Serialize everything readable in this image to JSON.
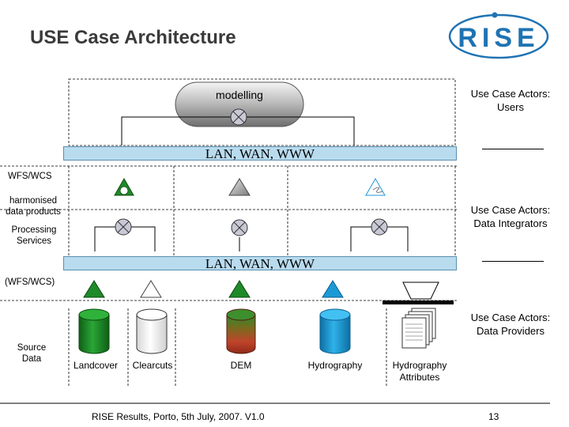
{
  "slide": {
    "title": "USE Case Architecture",
    "logo_text": "RISE"
  },
  "top_section": {
    "process_label": "modelling",
    "band_label": "LAN, WAN, WWW",
    "actor_label": "Use Case Actors: Users"
  },
  "middle_section": {
    "row_label_1": "WFS/WCS",
    "row_label_2": "harmonised data products",
    "row_label_3": "Processing Services",
    "band_label": "LAN, WAN, WWW",
    "actor_label": "Use Case Actors: Data Integrators"
  },
  "bottom_section": {
    "row_label": "(WFS/WCS)",
    "source_label": "Source Data",
    "data_sources": [
      "Landcover",
      "Clearcuts",
      "DEM",
      "Hydrography",
      "Hydrography Attributes"
    ],
    "actor_label": "Use Case Actors: Data Providers"
  },
  "colors": {
    "band": "#b9dbee",
    "landcover": "#1f8a2a",
    "clearcuts": "#ffffff",
    "dem": "#c0432a",
    "hydrography": "#1c9ad6",
    "logo": "#1f73b3"
  },
  "footer": {
    "text": "RISE Results, Porto, 5th July, 2007. V1.0",
    "page_number": "13"
  }
}
